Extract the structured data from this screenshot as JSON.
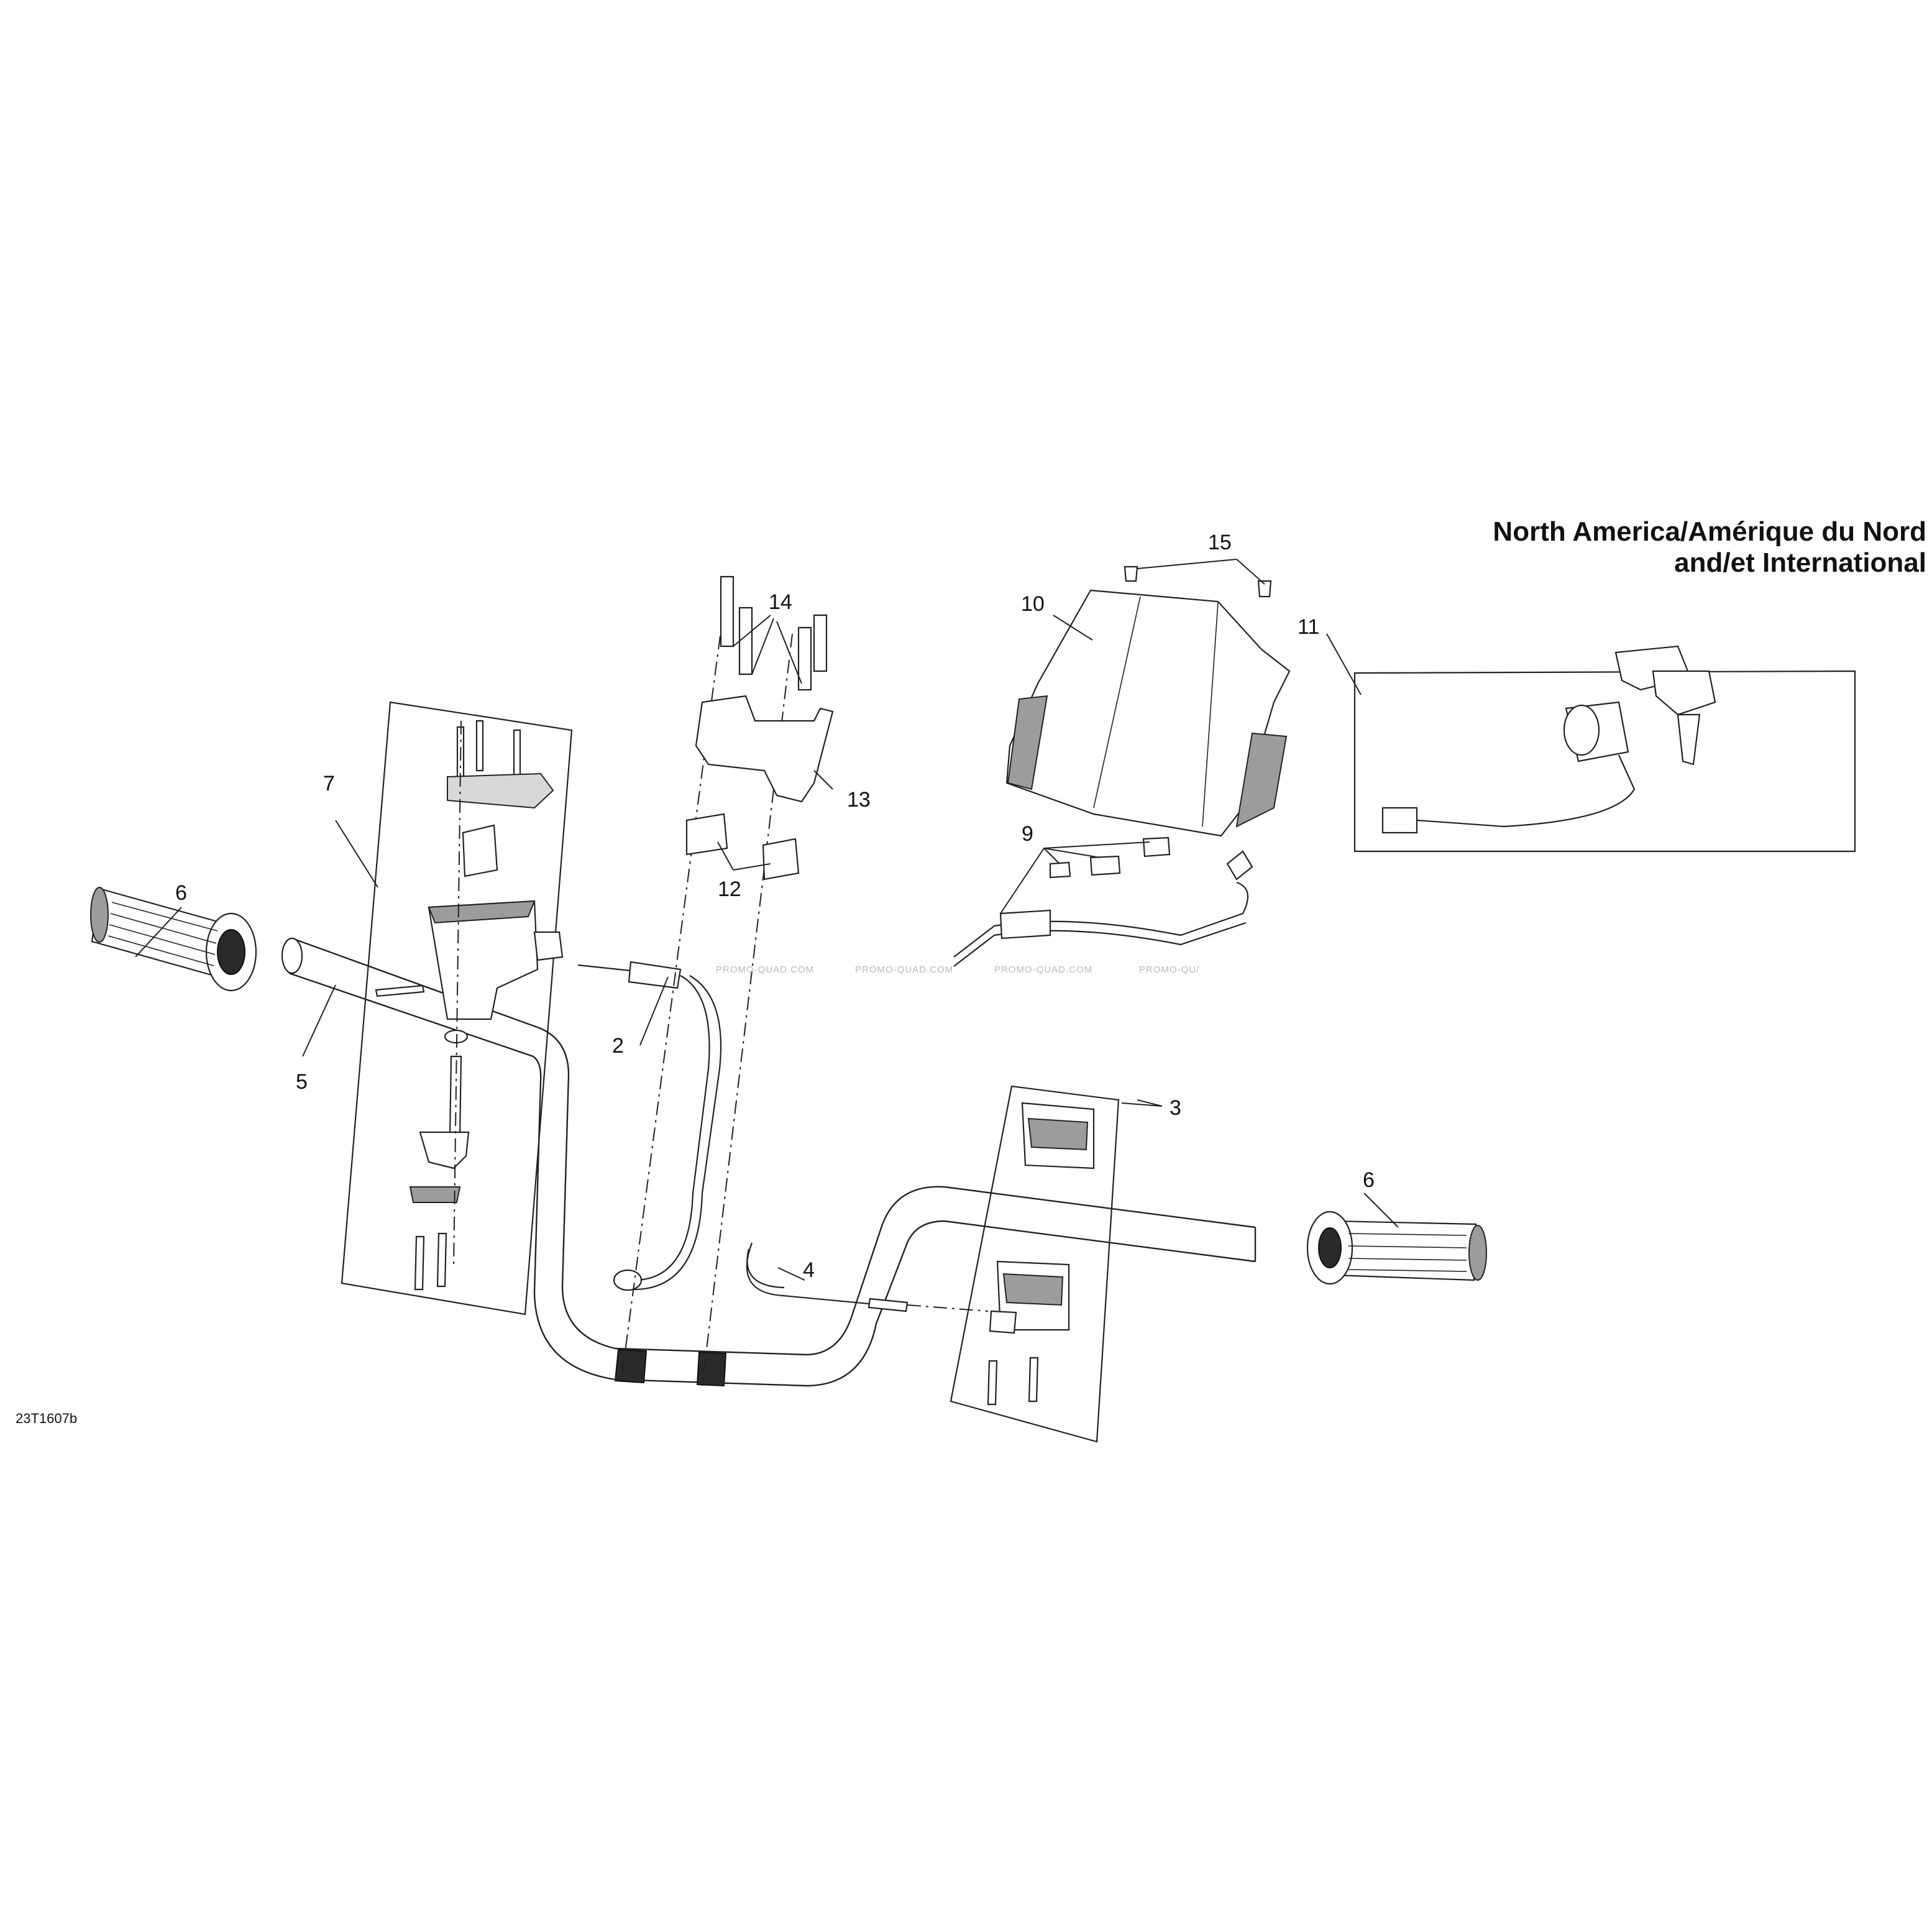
{
  "title": {
    "line1": "North America/Amérique du Nord",
    "line2": "and/et International"
  },
  "reference_code": "23T1607b",
  "watermarks": [
    "PROMO-QUAD.COM",
    "PROMO-QUAD.COM",
    "PROMO-QUAD.COM",
    "PROMO-QU/"
  ],
  "callouts": {
    "c2": "2",
    "c3": "3",
    "c4": "4",
    "c5": "5",
    "c6_left": "6",
    "c6_right": "6",
    "c7": "7",
    "c9": "9",
    "c10": "10",
    "c11": "11",
    "c12": "12",
    "c13": "13",
    "c14": "14",
    "c15": "15"
  }
}
